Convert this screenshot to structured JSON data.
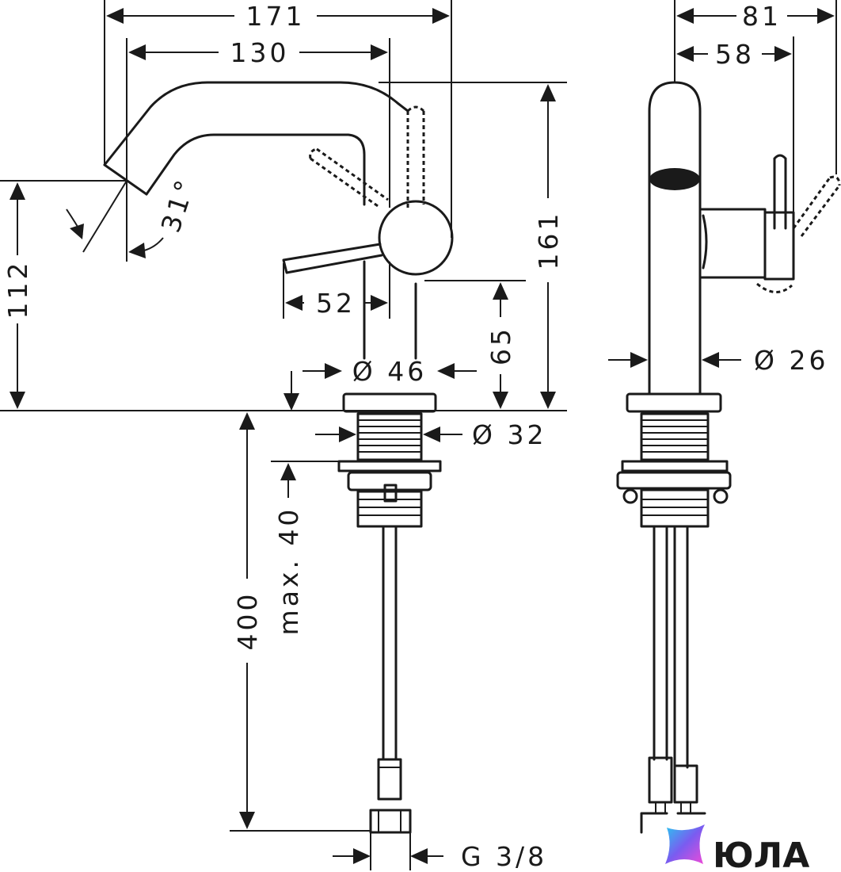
{
  "dimensions": {
    "d171": "171",
    "d130": "130",
    "d81": "81",
    "d58": "58",
    "d161": "161",
    "d112": "112",
    "d52": "52",
    "d65": "65",
    "d46": "Ø 46",
    "d32": "Ø 32",
    "d26": "Ø 26",
    "angle": "31°",
    "d400": "400",
    "dmax40": "max. 40",
    "thread": "G 3/8"
  },
  "logo": {
    "text": "ЮЛА"
  }
}
